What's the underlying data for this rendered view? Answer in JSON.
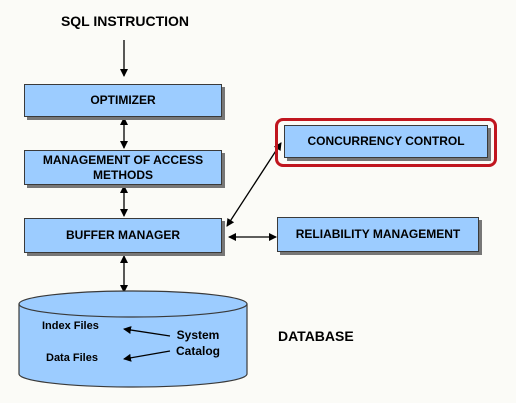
{
  "title": "SQL INSTRUCTION",
  "boxes": {
    "optimizer": "OPTIMIZER",
    "access_methods_line1": "MANAGEMENT OF ACCESS",
    "access_methods_line2": "METHODS",
    "buffer_manager": "BUFFER MANAGER",
    "concurrency_control": "CONCURRENCY CONTROL",
    "reliability_management": "RELIABILITY MANAGEMENT"
  },
  "database": {
    "label": "DATABASE",
    "index_files": "Index Files",
    "data_files": "Data Files",
    "system_catalog_line1": "System",
    "system_catalog_line2": "Catalog"
  },
  "colors": {
    "box_fill": "#9cccff",
    "highlight": "#c0161f",
    "background": "#fbfbf7"
  }
}
